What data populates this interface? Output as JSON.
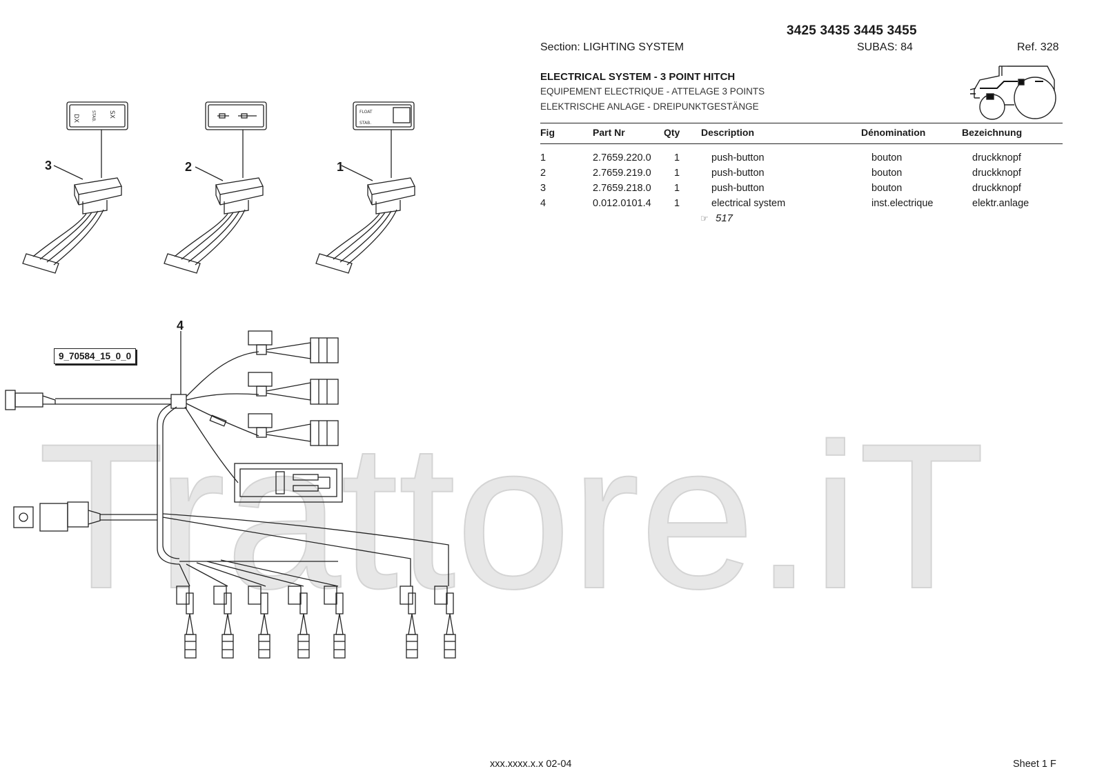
{
  "header": {
    "models": "3425 3435 3445 3455",
    "section": "Section: LIGHTING  SYSTEM",
    "subas": "SUBAS: 84",
    "ref": "Ref. 328"
  },
  "titles": {
    "en": "ELECTRICAL SYSTEM - 3 POINT HITCH",
    "fr": "EQUIPEMENT ELECTRIQUE - ATTELAGE 3 POINTS",
    "de": "ELEKTRISCHE ANLAGE - DREIPUNKTGESTÄNGE"
  },
  "table": {
    "headers": [
      "Fig",
      "Part Nr",
      "Qty",
      "Description",
      "Dénomination",
      "Bezeichnung"
    ],
    "rows": [
      [
        "1",
        "2.7659.220.0",
        "1",
        "push-button",
        "bouton",
        "druckknopf"
      ],
      [
        "2",
        "2.7659.219.0",
        "1",
        "push-button",
        "bouton",
        "druckknopf"
      ],
      [
        "3",
        "2.7659.218.0",
        "1",
        "push-button",
        "bouton",
        "druckknopf"
      ],
      [
        "4",
        "0.012.0101.4",
        "1",
        "electrical system",
        "inst.electrique",
        "elektr.anlage"
      ]
    ],
    "subref": "517"
  },
  "drawing": {
    "code": "9_70584_15_0_0",
    "callouts": [
      "1",
      "2",
      "3",
      "4"
    ],
    "switch_labels": {
      "dx": "DX",
      "stab": "STAB.",
      "sx": "SX",
      "float": "FLOAT",
      "stab2": "STAB."
    }
  },
  "watermark": "Trattore.iT",
  "footer": {
    "code": "xxx.xxxx.x.x  02-04",
    "sheet": "Sheet 1 F"
  },
  "icons": [
    "tractor-icon",
    "pointing-hand-icon"
  ]
}
